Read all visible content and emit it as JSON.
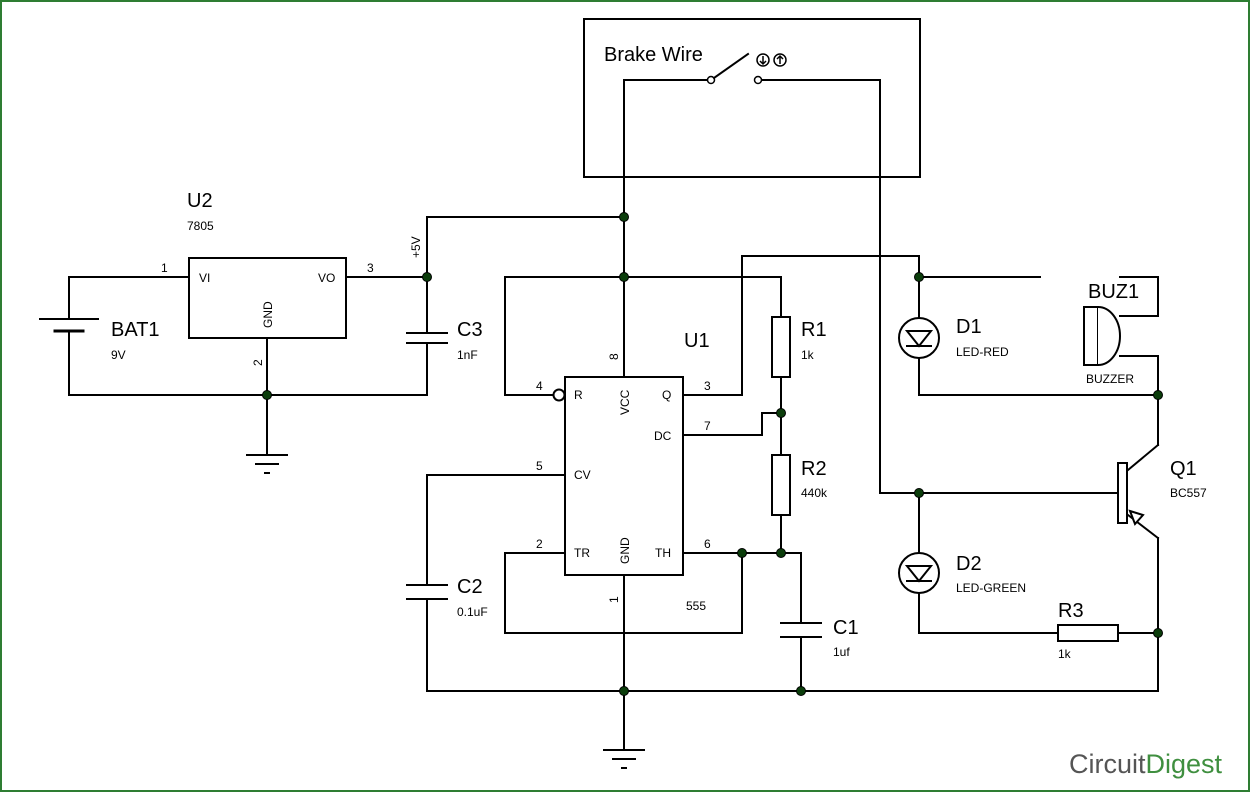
{
  "components": {
    "u2": {
      "ref": "U2",
      "value": "7805",
      "pin_vi": "VI",
      "pin_vo": "VO",
      "pin_gnd": "GND",
      "pin1": "1",
      "pin2": "2",
      "pin3": "3"
    },
    "bat1": {
      "ref": "BAT1",
      "value": "9V"
    },
    "c3": {
      "ref": "C3",
      "value": "1nF"
    },
    "net_5v": "+5V",
    "u1": {
      "ref": "U1",
      "value": "555",
      "pin_r": "R",
      "pin_vcc": "VCC",
      "pin_q": "Q",
      "pin_dc": "DC",
      "pin_cv": "CV",
      "pin_tr": "TR",
      "pin_gnd": "GND",
      "pin_th": "TH",
      "n8": "8",
      "n4": "4",
      "n3": "3",
      "n7": "7",
      "n5": "5",
      "n2": "2",
      "n6": "6",
      "n1": "1"
    },
    "r1": {
      "ref": "R1",
      "value": "1k"
    },
    "r2": {
      "ref": "R2",
      "value": "440k"
    },
    "c1": {
      "ref": "C1",
      "value": "1uf"
    },
    "c2": {
      "ref": "C2",
      "value": "0.1uF"
    },
    "d1": {
      "ref": "D1",
      "value": "LED-RED"
    },
    "d2": {
      "ref": "D2",
      "value": "LED-GREEN"
    },
    "buz1": {
      "ref": "BUZ1",
      "value": "BUZZER"
    },
    "q1": {
      "ref": "Q1",
      "value": "BC557"
    },
    "r3": {
      "ref": "R3",
      "value": "1k"
    },
    "brake": {
      "label": "Brake Wire"
    }
  },
  "brand": {
    "part1": "Circuit",
    "part2": "Digest"
  },
  "colors": {
    "wire": "#000000",
    "junction": "#0b3d0b",
    "brand_gray": "#555555",
    "brand_green": "#3f8f3f",
    "frame": "#2e7d32"
  }
}
